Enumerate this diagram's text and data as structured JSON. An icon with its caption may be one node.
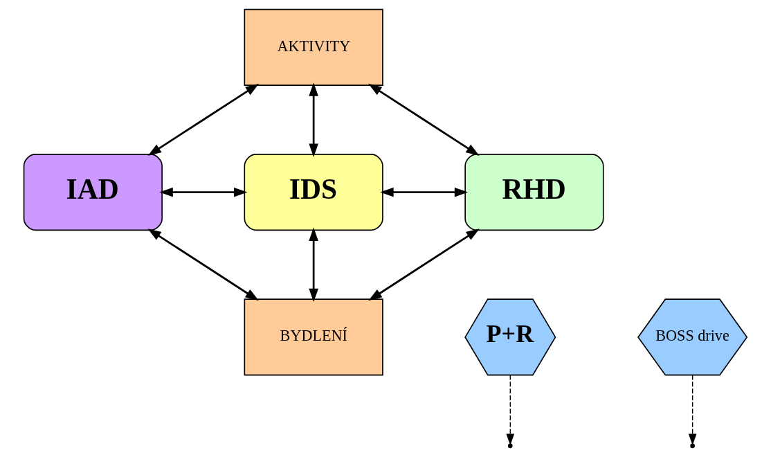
{
  "diagram": {
    "nodes": [
      {
        "text": [
          "AKTIVITY"
        ]
      },
      {
        "text": [
          "IAD"
        ]
      },
      {
        "text": [
          "IDS"
        ]
      },
      {
        "text": [
          "RHD"
        ]
      },
      {
        "text": [
          "BYDLENÍ"
        ]
      },
      {
        "text": [
          "P+R"
        ]
      },
      {
        "text": [
          "BOSS drive"
        ]
      }
    ],
    "edges": [
      {
        "from": 0,
        "to": 1,
        "arrow": "both"
      },
      {
        "from": 0,
        "to": 2,
        "arrow": "both"
      },
      {
        "from": 0,
        "to": 3,
        "arrow": "both"
      },
      {
        "from": 1,
        "to": 2,
        "arrow": "both"
      },
      {
        "from": 2,
        "to": 3,
        "arrow": "both"
      },
      {
        "from": 2,
        "to": 4,
        "arrow": "both"
      },
      {
        "from": 1,
        "to": 4,
        "arrow": "both"
      },
      {
        "from": 4,
        "to": 3,
        "arrow": "both"
      },
      {
        "from": 5,
        "to": null,
        "arrow": "to",
        "style": "dashed"
      },
      {
        "from": 6,
        "to": null,
        "arrow": "to",
        "style": "dashed"
      }
    ]
  }
}
